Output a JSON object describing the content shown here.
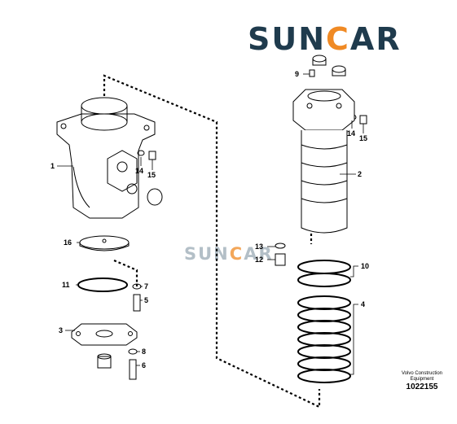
{
  "brand": {
    "main_prefix": "SUN",
    "main_accent": "C",
    "main_suffix": "AR",
    "watermark_prefix": "SUN",
    "watermark_accent": "C",
    "watermark_suffix": "AR",
    "accent_color": "#f08a24",
    "text_color": "#1f3b4d"
  },
  "callouts": {
    "c1": "1",
    "c2": "2",
    "c3": "3",
    "c4": "4",
    "c5": "5",
    "c6": "6",
    "c7": "7",
    "c8": "8",
    "c9": "9",
    "c10": "10",
    "c11": "11",
    "c12": "12",
    "c13": "13",
    "c14a": "14",
    "c14b": "14",
    "c15a": "15",
    "c15b": "15",
    "c16": "16"
  },
  "credit": {
    "line1": "Volvo Construction",
    "line2": "Equipment",
    "number": "1022155"
  }
}
